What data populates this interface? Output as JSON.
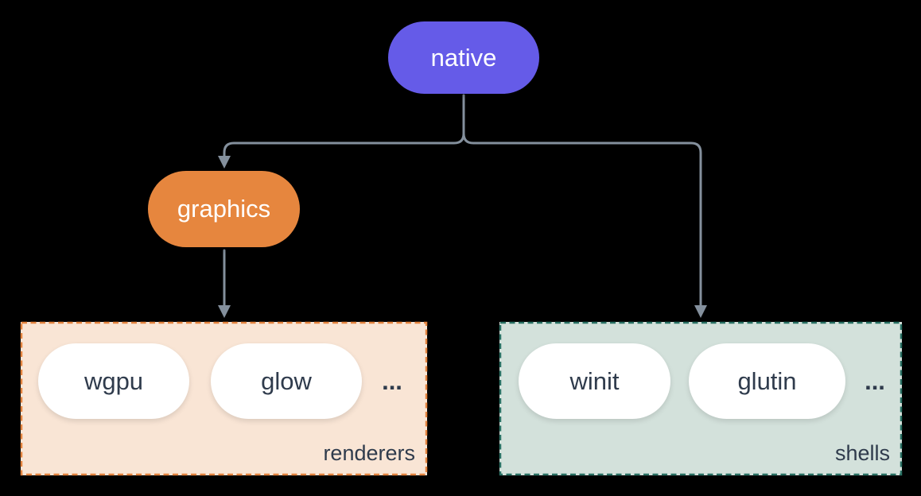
{
  "diagram": {
    "background_color": "#000000",
    "connector_color": "#84909D",
    "node_text_color": "#FFFFFF",
    "item_text_color": "#2F3B4C",
    "nodes": {
      "native": {
        "label": "native",
        "color": "#655BE8"
      },
      "graphics": {
        "label": "graphics",
        "color": "#E6863E"
      }
    },
    "groups": {
      "renderers": {
        "label": "renderers",
        "background_color": "#F9E5D5",
        "border_color": "#E58540",
        "items": [
          {
            "label": "wgpu"
          },
          {
            "label": "glow"
          }
        ],
        "ellipsis": "..."
      },
      "shells": {
        "label": "shells",
        "background_color": "#D3E1DB",
        "border_color": "#2B7265",
        "items": [
          {
            "label": "winit"
          },
          {
            "label": "glutin"
          }
        ],
        "ellipsis": "..."
      }
    },
    "edges": [
      {
        "from": "native",
        "to": "graphics"
      },
      {
        "from": "native",
        "to": "shells"
      },
      {
        "from": "graphics",
        "to": "renderers"
      }
    ]
  }
}
